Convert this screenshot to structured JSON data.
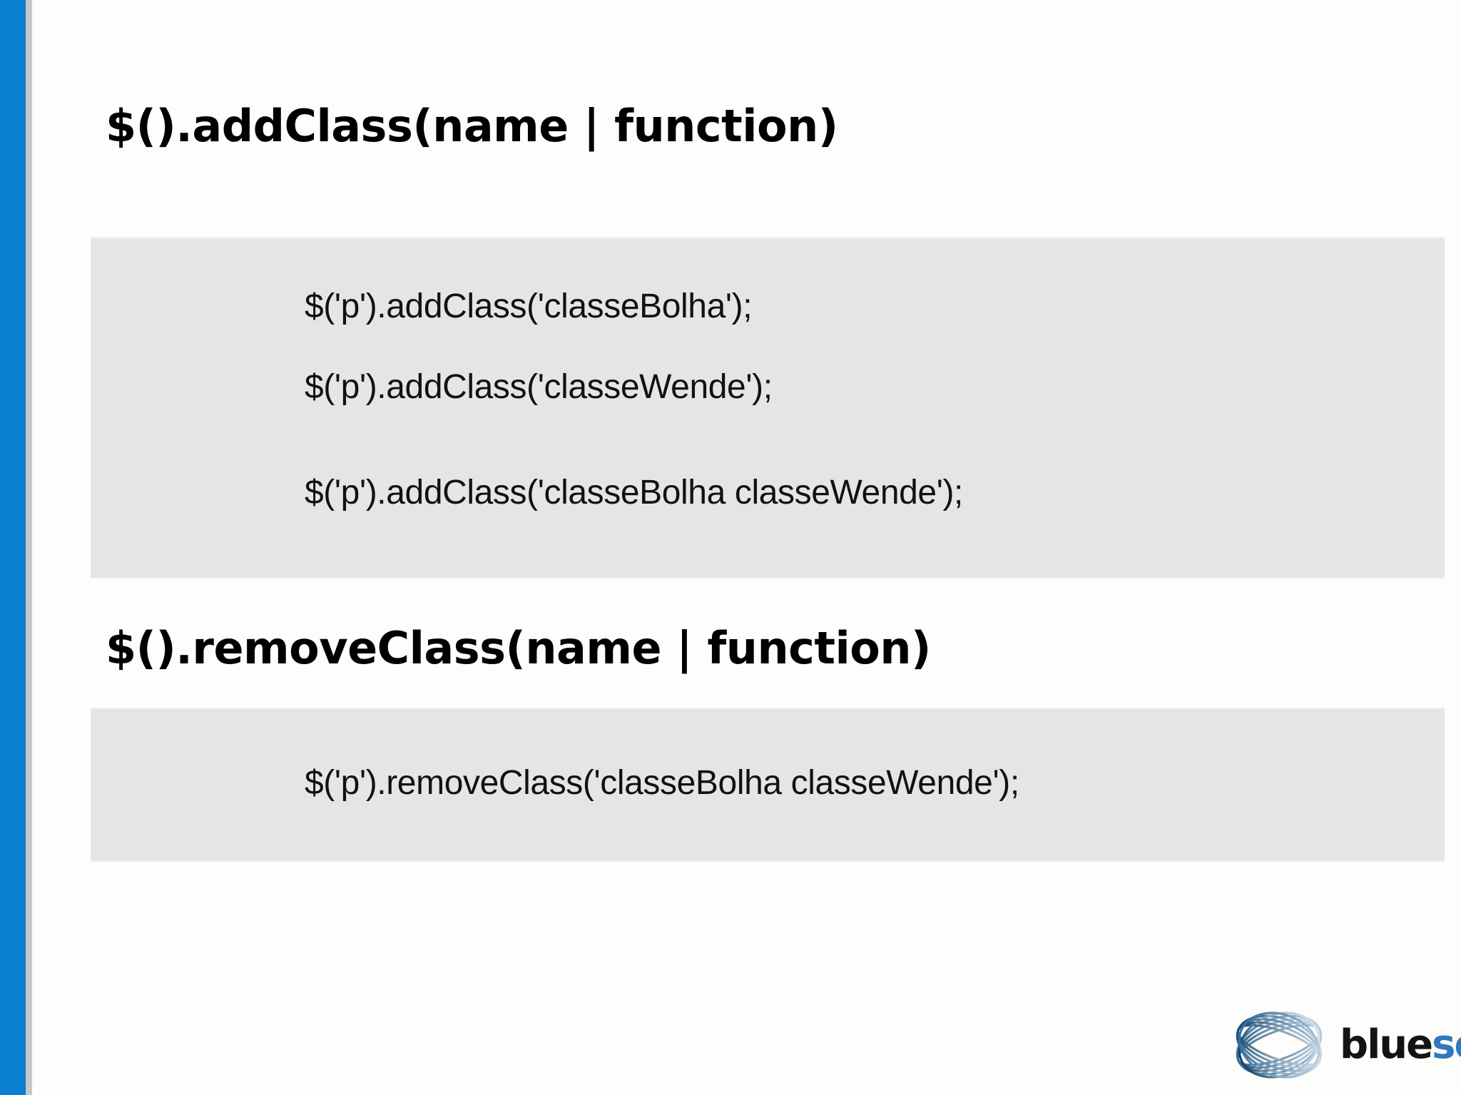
{
  "slide": {
    "sections": [
      {
        "heading": "$().addClass(name | function)",
        "code_lines": [
          "$('p').addClass('classeBolha');",
          "$('p').addClass('classeWende');",
          "$('p').addClass('classeBolha classeWende');"
        ]
      },
      {
        "heading": "$().removeClass(name | function)",
        "code_lines": [
          "$('p').removeClass('classeBolha classeWende');"
        ]
      }
    ]
  },
  "logo": {
    "name": "bluesoft-logo",
    "word_part_1": "blue",
    "word_part_2": "soft",
    "mark_icon": "infinity-ribbon-icon"
  },
  "colors": {
    "accent_blue": "#0a7fd0",
    "left_shadow": "#c6c7c7",
    "code_block_bg": "#e5e6e4",
    "slide_bg": "#fdfefb",
    "text": "#000000",
    "logo_blue": "#2f79bd",
    "logo_black": "#131313"
  }
}
